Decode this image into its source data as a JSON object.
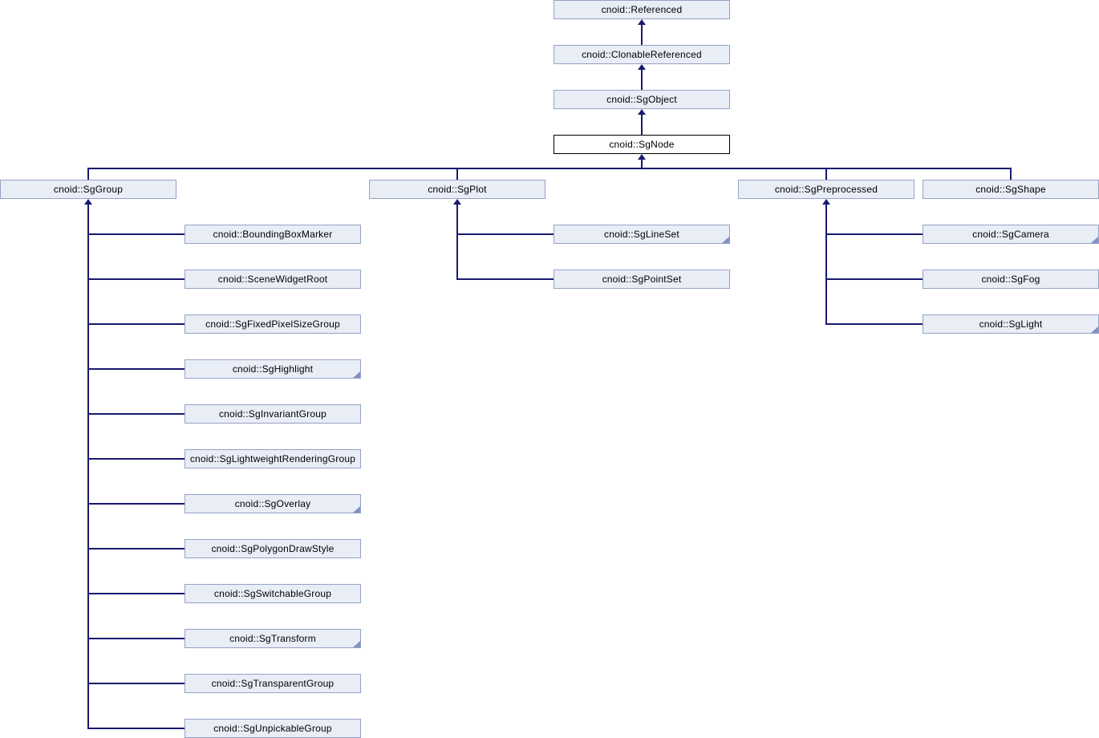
{
  "diagram": {
    "kind": "class-inheritance-graph",
    "focus_class": "cnoid::SgNode",
    "colors": {
      "background": "#ffffff",
      "node_fill": "#e9edf6",
      "node_border": "#95a2c6",
      "focus_fill": "#ffffff",
      "focus_border": "#000000",
      "edge": "#191970",
      "fold": "#8291c1",
      "text": "#000000"
    },
    "nodes": [
      {
        "label": "cnoid::Referenced",
        "truncated": false,
        "focus": false
      },
      {
        "label": "cnoid::ClonableReferenced",
        "truncated": false,
        "focus": false
      },
      {
        "label": "cnoid::SgObject",
        "truncated": false,
        "focus": false
      },
      {
        "label": "cnoid::SgNode",
        "truncated": false,
        "focus": true
      },
      {
        "label": "cnoid::SgGroup",
        "truncated": false,
        "focus": false
      },
      {
        "label": "cnoid::SgPlot",
        "truncated": false,
        "focus": false
      },
      {
        "label": "cnoid::SgPreprocessed",
        "truncated": false,
        "focus": false
      },
      {
        "label": "cnoid::SgShape",
        "truncated": false,
        "focus": false
      },
      {
        "label": "cnoid::BoundingBoxMarker",
        "truncated": false,
        "focus": false
      },
      {
        "label": "cnoid::SceneWidgetRoot",
        "truncated": false,
        "focus": false
      },
      {
        "label": "cnoid::SgFixedPixelSizeGroup",
        "truncated": false,
        "focus": false
      },
      {
        "label": "cnoid::SgHighlight",
        "truncated": true,
        "focus": false
      },
      {
        "label": "cnoid::SgInvariantGroup",
        "truncated": false,
        "focus": false
      },
      {
        "label": "cnoid::SgLightweightRenderingGroup",
        "truncated": false,
        "focus": false
      },
      {
        "label": "cnoid::SgOverlay",
        "truncated": true,
        "focus": false
      },
      {
        "label": "cnoid::SgPolygonDrawStyle",
        "truncated": false,
        "focus": false
      },
      {
        "label": "cnoid::SgSwitchableGroup",
        "truncated": false,
        "focus": false
      },
      {
        "label": "cnoid::SgTransform",
        "truncated": true,
        "focus": false
      },
      {
        "label": "cnoid::SgTransparentGroup",
        "truncated": false,
        "focus": false
      },
      {
        "label": "cnoid::SgUnpickableGroup",
        "truncated": false,
        "focus": false
      },
      {
        "label": "cnoid::SgLineSet",
        "truncated": true,
        "focus": false
      },
      {
        "label": "cnoid::SgPointSet",
        "truncated": false,
        "focus": false
      },
      {
        "label": "cnoid::SgCamera",
        "truncated": true,
        "focus": false
      },
      {
        "label": "cnoid::SgFog",
        "truncated": false,
        "focus": false
      },
      {
        "label": "cnoid::SgLight",
        "truncated": true,
        "focus": false
      }
    ],
    "edges": [
      {
        "derived": "cnoid::ClonableReferenced",
        "base": "cnoid::Referenced"
      },
      {
        "derived": "cnoid::SgObject",
        "base": "cnoid::ClonableReferenced"
      },
      {
        "derived": "cnoid::SgNode",
        "base": "cnoid::SgObject"
      },
      {
        "derived": "cnoid::SgGroup",
        "base": "cnoid::SgNode"
      },
      {
        "derived": "cnoid::SgPlot",
        "base": "cnoid::SgNode"
      },
      {
        "derived": "cnoid::SgPreprocessed",
        "base": "cnoid::SgNode"
      },
      {
        "derived": "cnoid::SgShape",
        "base": "cnoid::SgNode"
      },
      {
        "derived": "cnoid::BoundingBoxMarker",
        "base": "cnoid::SgGroup"
      },
      {
        "derived": "cnoid::SceneWidgetRoot",
        "base": "cnoid::SgGroup"
      },
      {
        "derived": "cnoid::SgFixedPixelSizeGroup",
        "base": "cnoid::SgGroup"
      },
      {
        "derived": "cnoid::SgHighlight",
        "base": "cnoid::SgGroup"
      },
      {
        "derived": "cnoid::SgInvariantGroup",
        "base": "cnoid::SgGroup"
      },
      {
        "derived": "cnoid::SgLightweightRenderingGroup",
        "base": "cnoid::SgGroup"
      },
      {
        "derived": "cnoid::SgOverlay",
        "base": "cnoid::SgGroup"
      },
      {
        "derived": "cnoid::SgPolygonDrawStyle",
        "base": "cnoid::SgGroup"
      },
      {
        "derived": "cnoid::SgSwitchableGroup",
        "base": "cnoid::SgGroup"
      },
      {
        "derived": "cnoid::SgTransform",
        "base": "cnoid::SgGroup"
      },
      {
        "derived": "cnoid::SgTransparentGroup",
        "base": "cnoid::SgGroup"
      },
      {
        "derived": "cnoid::SgUnpickableGroup",
        "base": "cnoid::SgGroup"
      },
      {
        "derived": "cnoid::SgLineSet",
        "base": "cnoid::SgPlot"
      },
      {
        "derived": "cnoid::SgPointSet",
        "base": "cnoid::SgPlot"
      },
      {
        "derived": "cnoid::SgCamera",
        "base": "cnoid::SgPreprocessed"
      },
      {
        "derived": "cnoid::SgFog",
        "base": "cnoid::SgPreprocessed"
      },
      {
        "derived": "cnoid::SgLight",
        "base": "cnoid::SgPreprocessed"
      }
    ]
  }
}
